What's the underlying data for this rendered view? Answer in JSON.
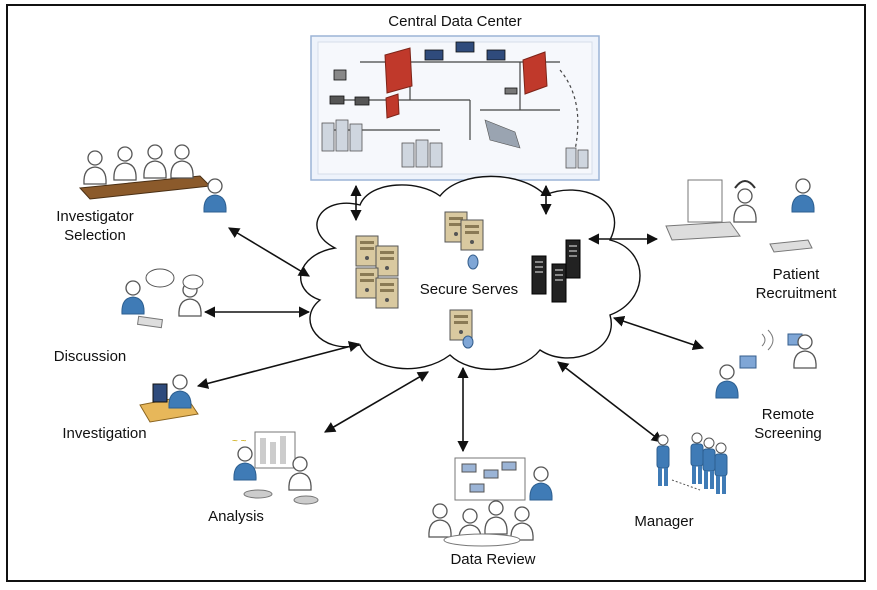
{
  "center": {
    "title": "Central Data Center",
    "servers_label": "Secure Serves"
  },
  "nodes": {
    "investigator_selection": [
      "Investigator",
      "Selection"
    ],
    "discussion": "Discussion",
    "investigation": "Investigation",
    "analysis": "Analysis",
    "data_review": "Data Review",
    "manager": "Manager",
    "remote_screening": [
      "Remote",
      "Screening"
    ],
    "patient_recruitment": [
      "Patient",
      "Recruitment"
    ]
  },
  "colors": {
    "person_blue": "#3f7bb6",
    "person_outline": "#555555",
    "cloud_fill": "#ffffff",
    "panel_bg": "#eef3fb",
    "panel_border": "#9bb4d6",
    "firewall": "#c0392b",
    "desk": "#e7b75a",
    "server_beige": "#d9c9a0",
    "server_dark": "#222222"
  },
  "icons": [
    "person-icon",
    "server-icon",
    "firewall-icon",
    "monitor-icon",
    "desk-icon",
    "speech-bubble-icon",
    "headset-icon"
  ]
}
